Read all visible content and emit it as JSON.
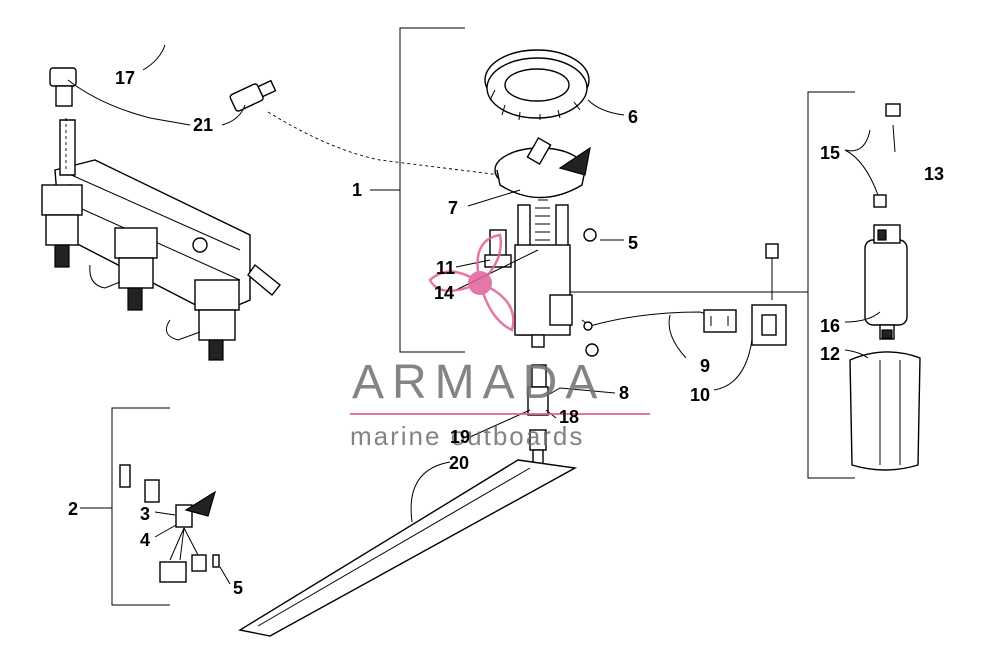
{
  "watermark": {
    "brand": "ARMADA",
    "tagline": "marine outboards",
    "accent_color": "#e0609a",
    "text_color": "#6f6f6f"
  },
  "callouts": {
    "c1": "1",
    "c2": "2",
    "c3": "3",
    "c4": "4",
    "c5a": "5",
    "c5b": "5",
    "c6": "6",
    "c7": "7",
    "c8": "8",
    "c9": "9",
    "c10": "10",
    "c11": "11",
    "c12": "12",
    "c13": "13",
    "c14": "14",
    "c15": "15",
    "c16": "16",
    "c17": "17",
    "c18": "18",
    "c19": "19",
    "c20": "20",
    "c21": "21"
  }
}
